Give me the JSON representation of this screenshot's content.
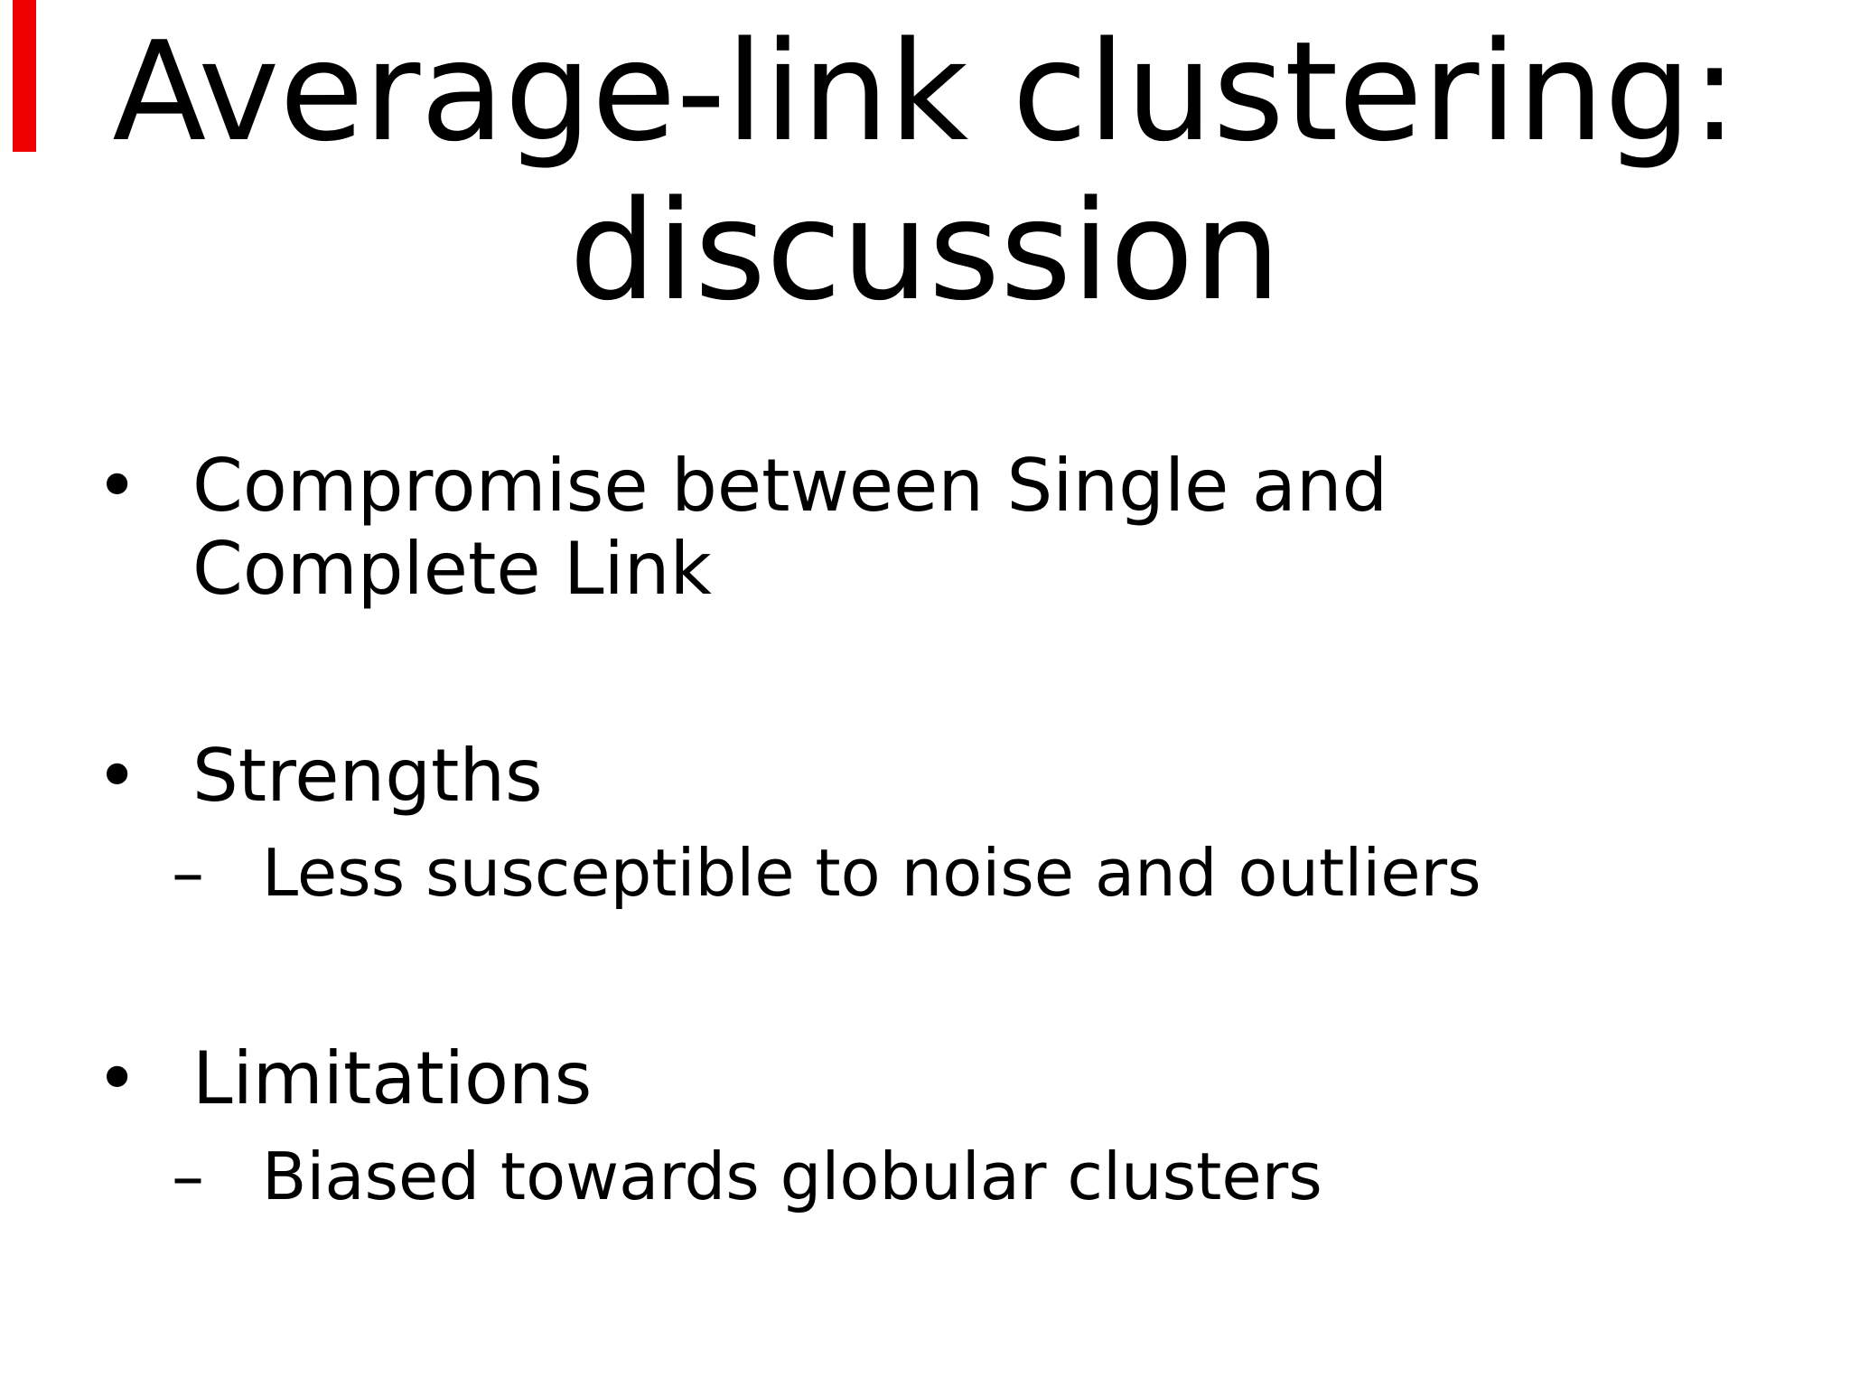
{
  "slide": {
    "title": {
      "line1": "Average-link clustering:",
      "line2": "discussion"
    },
    "bullets": [
      {
        "level": 1,
        "marker": "•",
        "lines": [
          "Compromise between Single and",
          "Complete Link"
        ]
      },
      {
        "level": 1,
        "marker": "•",
        "lines": [
          "Strengths"
        ]
      },
      {
        "level": 2,
        "marker": "–",
        "lines": [
          "Less susceptible to noise and outliers"
        ]
      },
      {
        "level": 1,
        "marker": "•",
        "lines": [
          "Limitations"
        ]
      },
      {
        "level": 2,
        "marker": "–",
        "lines": [
          "Biased towards globular clusters"
        ]
      }
    ],
    "colors": {
      "background": "#ffffff",
      "text": "#000000",
      "edge_artifact_red": "#ee0000"
    }
  }
}
